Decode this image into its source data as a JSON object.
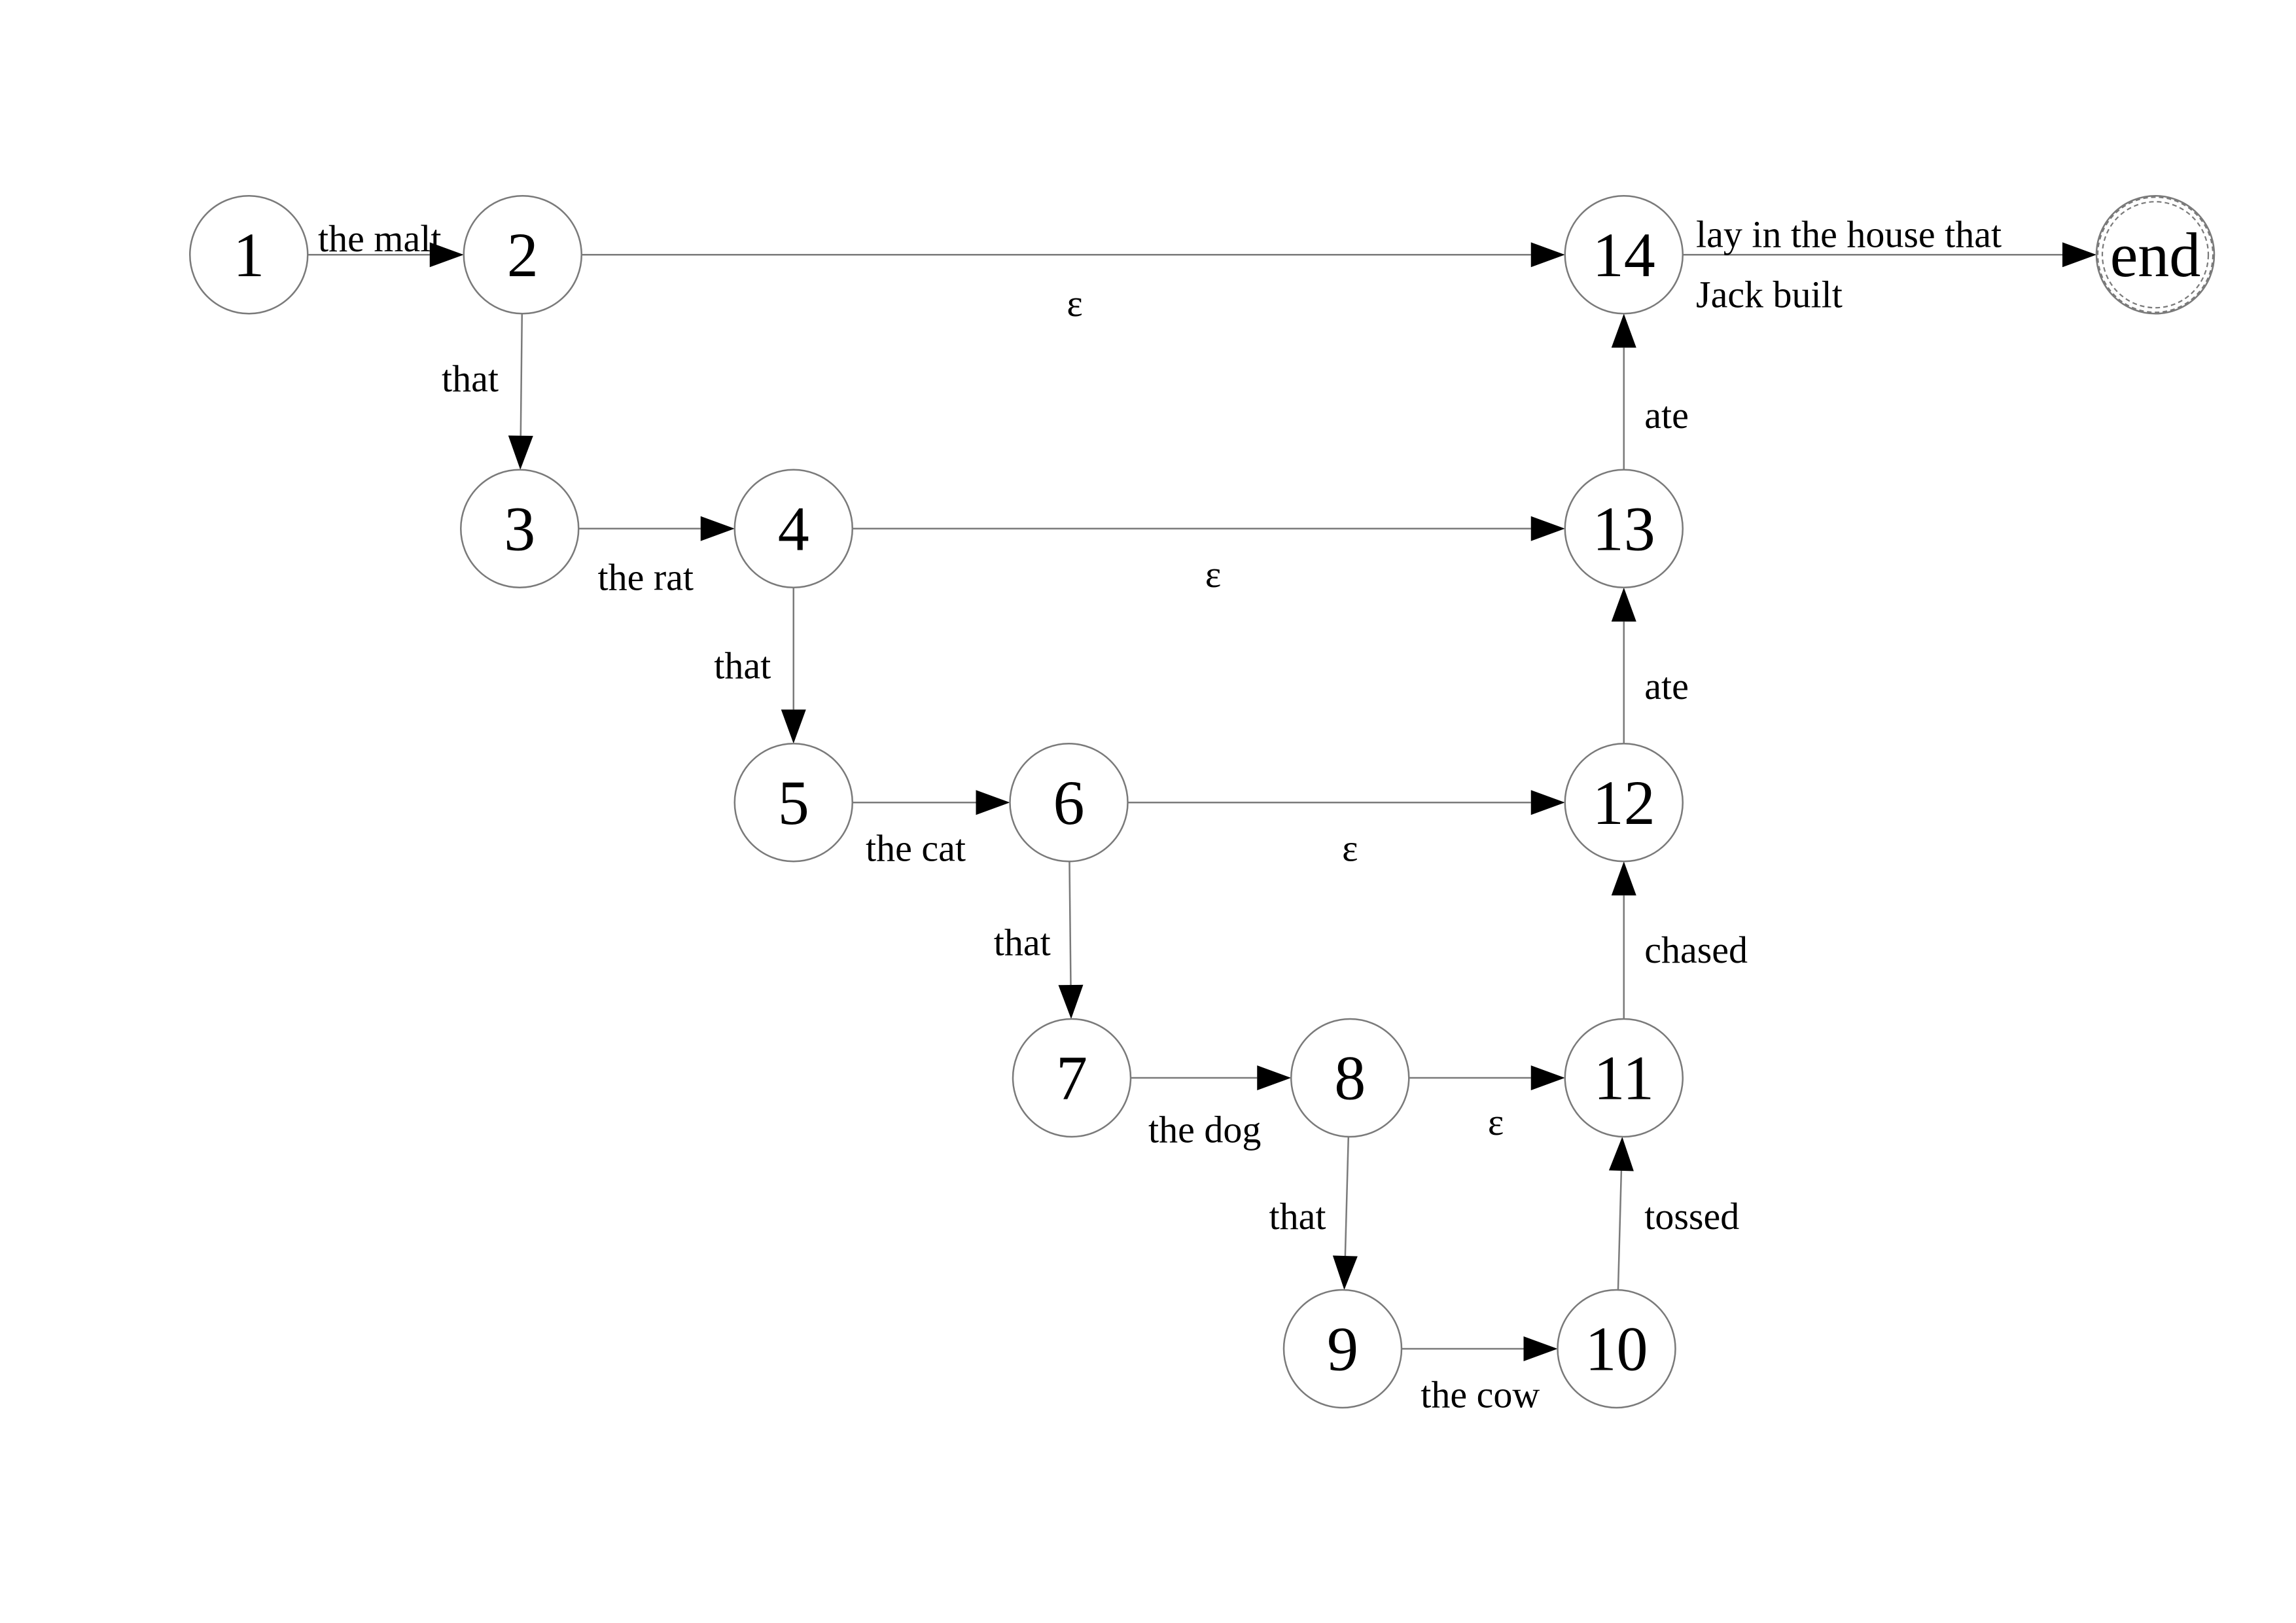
{
  "diagram": {
    "nodes": [
      {
        "id": "1",
        "label": "1"
      },
      {
        "id": "2",
        "label": "2"
      },
      {
        "id": "3",
        "label": "3"
      },
      {
        "id": "4",
        "label": "4"
      },
      {
        "id": "5",
        "label": "5"
      },
      {
        "id": "6",
        "label": "6"
      },
      {
        "id": "7",
        "label": "7"
      },
      {
        "id": "8",
        "label": "8"
      },
      {
        "id": "9",
        "label": "9"
      },
      {
        "id": "10",
        "label": "10"
      },
      {
        "id": "11",
        "label": "11"
      },
      {
        "id": "12",
        "label": "12"
      },
      {
        "id": "13",
        "label": "13"
      },
      {
        "id": "14",
        "label": "14"
      },
      {
        "id": "end",
        "label": "end",
        "final": true
      }
    ],
    "edges": [
      {
        "from": "1",
        "to": "2",
        "label": "the malt"
      },
      {
        "from": "2",
        "to": "3",
        "label": "that"
      },
      {
        "from": "2",
        "to": "14",
        "label": "ε"
      },
      {
        "from": "3",
        "to": "4",
        "label": "the rat"
      },
      {
        "from": "4",
        "to": "5",
        "label": "that"
      },
      {
        "from": "4",
        "to": "13",
        "label": "ε"
      },
      {
        "from": "5",
        "to": "6",
        "label": "the cat"
      },
      {
        "from": "6",
        "to": "7",
        "label": "that"
      },
      {
        "from": "6",
        "to": "12",
        "label": "ε"
      },
      {
        "from": "7",
        "to": "8",
        "label": "the dog"
      },
      {
        "from": "8",
        "to": "9",
        "label": "that"
      },
      {
        "from": "8",
        "to": "11",
        "label": "ε"
      },
      {
        "from": "9",
        "to": "10",
        "label": "the cow"
      },
      {
        "from": "10",
        "to": "11",
        "label": "tossed"
      },
      {
        "from": "11",
        "to": "12",
        "label": "chased"
      },
      {
        "from": "12",
        "to": "13",
        "label": "ate"
      },
      {
        "from": "13",
        "to": "14",
        "label": "ate"
      },
      {
        "from": "14",
        "to": "end",
        "label": "lay in the house that",
        "label2": "Jack built"
      }
    ]
  }
}
